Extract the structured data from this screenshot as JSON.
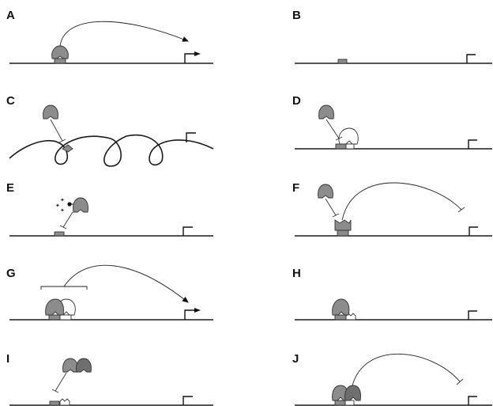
{
  "figure": {
    "panels": [
      {
        "key": "A",
        "label": "A"
      },
      {
        "key": "B",
        "label": "B"
      },
      {
        "key": "C",
        "label": "C"
      },
      {
        "key": "D",
        "label": "D"
      },
      {
        "key": "E",
        "label": "E"
      },
      {
        "key": "F",
        "label": "F"
      },
      {
        "key": "G",
        "label": "G"
      },
      {
        "key": "H",
        "label": "H"
      },
      {
        "key": "I",
        "label": "I"
      },
      {
        "key": "J",
        "label": "J"
      }
    ],
    "colors": {
      "background": "#ffffff",
      "line": "#1a1a1a",
      "protein_gray": "#8c8c8c",
      "protein_dark": "#6f6f6f",
      "protein_white": "#ffffff"
    }
  }
}
